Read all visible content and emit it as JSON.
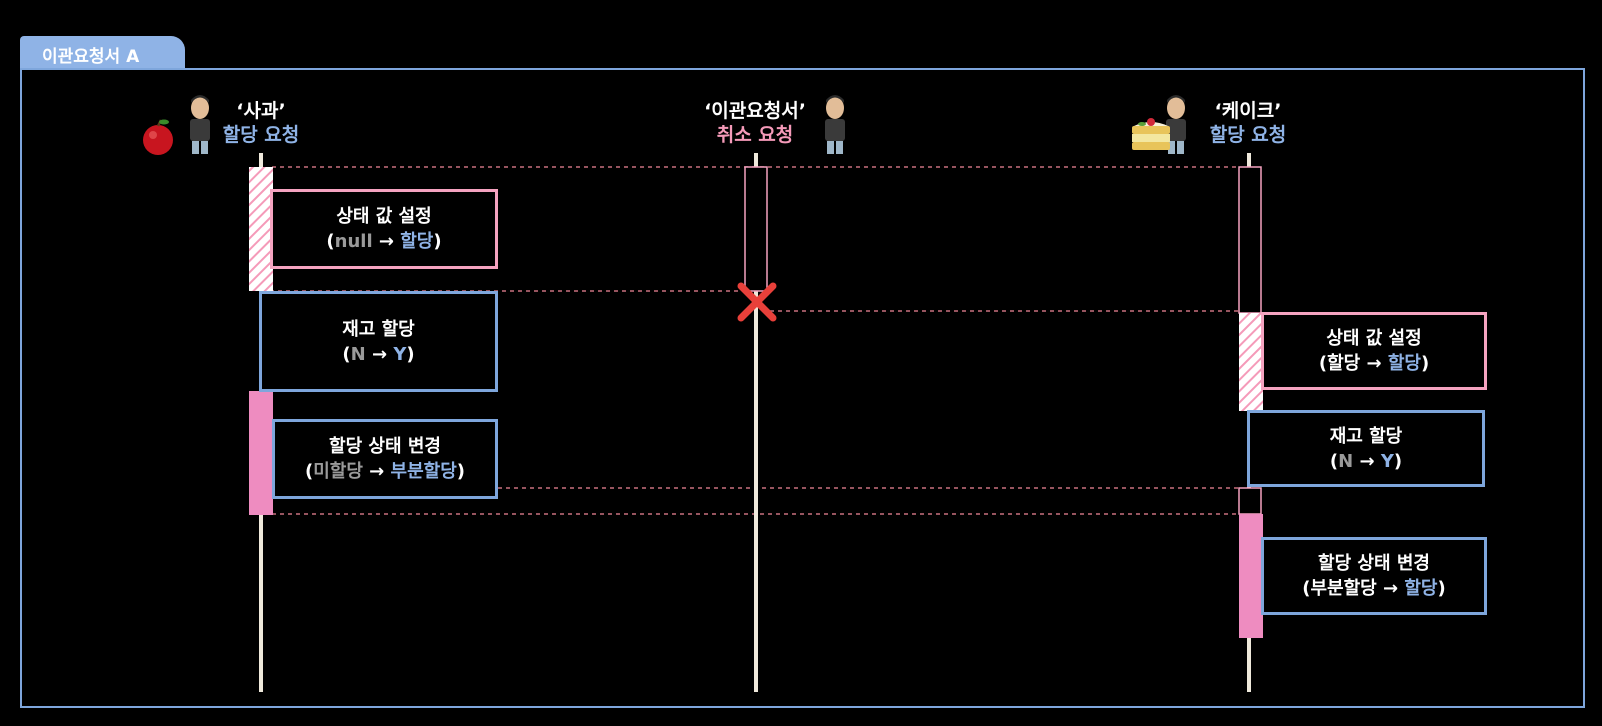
{
  "frame": {
    "title": "이관요청서 A"
  },
  "actors": {
    "apple": {
      "name": "‘사과’",
      "action": "할당 요청"
    },
    "transfer": {
      "name": "‘이관요청서’",
      "action": "취소 요청"
    },
    "cake": {
      "name": "‘케이크’",
      "action": "할당 요청"
    }
  },
  "notes": {
    "apple_state": {
      "title": "상태 값 설정",
      "paren_open": "(",
      "from": "null",
      "arrow": " → ",
      "to": "할당",
      "paren_close": ")"
    },
    "apple_stock": {
      "title": "재고 할당",
      "paren_open": "(",
      "from": "N",
      "arrow": " → ",
      "to": "Y",
      "paren_close": ")"
    },
    "apple_change": {
      "title": "할당 상태 변경",
      "paren_open": "(",
      "from": "미할당",
      "arrow": " → ",
      "to": "부분할당",
      "paren_close": ")"
    },
    "cake_state": {
      "title": "상태 값 설정",
      "paren_open": "(",
      "from": "할당",
      "arrow": " → ",
      "to": "할당",
      "paren_close": ")"
    },
    "cake_stock": {
      "title": "재고 할당",
      "paren_open": "(",
      "from": "N",
      "arrow": " → ",
      "to": "Y",
      "paren_close": ")"
    },
    "cake_change": {
      "title": "할당 상태 변경",
      "paren_open": "(",
      "from": "부분할당",
      "arrow": " → ",
      "to": "할당",
      "paren_close": ")"
    }
  },
  "colors": {
    "lifeline": "#efe9dc",
    "pink": "#f59ab9",
    "pink_solid": "#ee8cc0",
    "blue": "#7ea6dc",
    "cancel_x": "#e8403a",
    "dashed": "#c9707f"
  },
  "icons": [
    "person-icon",
    "apple-icon",
    "cake-icon",
    "cancel-x-icon"
  ]
}
